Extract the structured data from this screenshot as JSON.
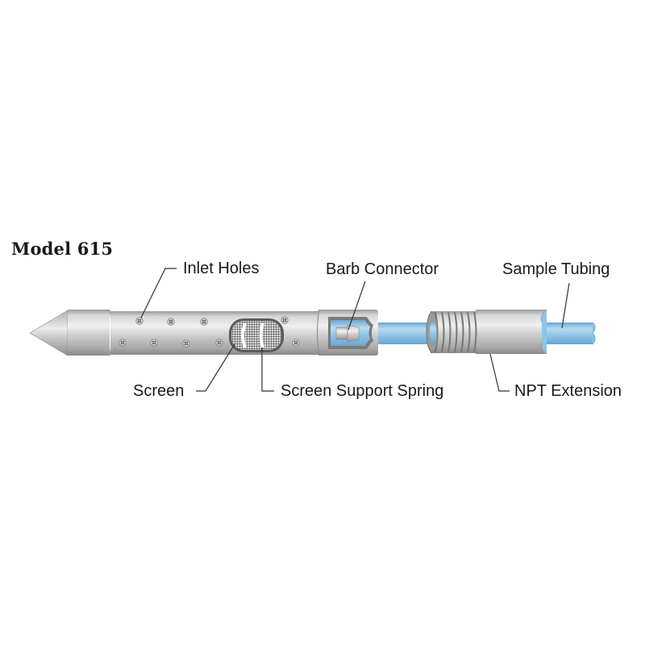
{
  "title": "Model 615",
  "labels": {
    "inlet_holes": "Inlet Holes",
    "barb_connector": "Barb Connector",
    "sample_tubing": "Sample Tubing",
    "screen": "Screen",
    "screen_support_spring": "Screen Support Spring",
    "npt_extension": "NPT Extension"
  },
  "colors": {
    "metal_light": "#ececec",
    "metal_mid": "#c4c4c4",
    "metal_dark": "#8c8c8c",
    "tubing_blue": "#8ec4e6",
    "tubing_highlight": "#b8dcf2",
    "tubing_dark": "#6aa6d2",
    "text": "#1a1a1a",
    "leader_line": "#333333"
  }
}
